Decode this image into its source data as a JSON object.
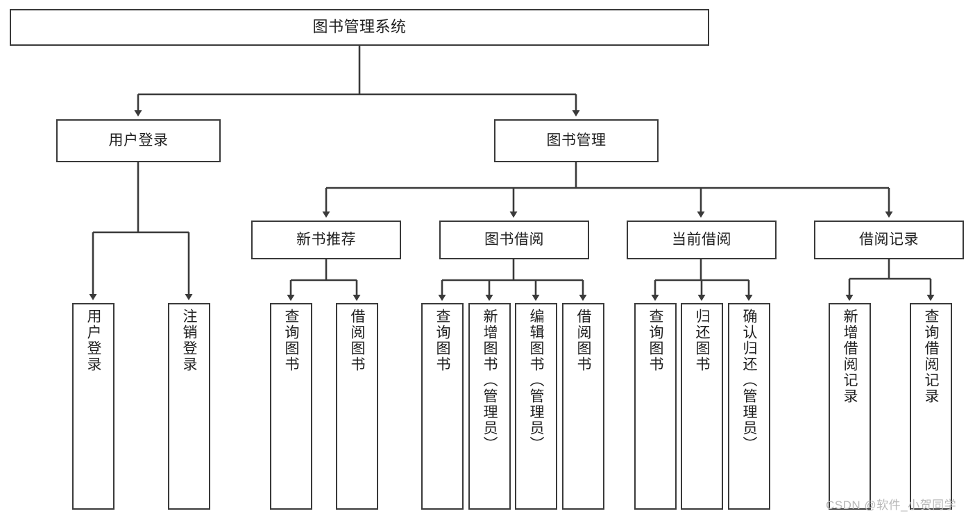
{
  "diagram": {
    "title": "图书管理系统",
    "type": "function-structure-tree",
    "stroke_color": "#3a3a3a",
    "text_color": "#1f1f1f",
    "background": "#ffffff",
    "nodes": {
      "root": {
        "label": "图书管理系统"
      },
      "level2": [
        {
          "label": "用户登录"
        },
        {
          "label": "图书管理"
        }
      ],
      "level3": [
        {
          "label": "新书推荐"
        },
        {
          "label": "图书借阅"
        },
        {
          "label": "当前借阅"
        },
        {
          "label": "借阅记录"
        }
      ],
      "leaves_user_login": [
        {
          "label": "用户登录"
        },
        {
          "label": "注销登录"
        }
      ],
      "leaves_new_book": [
        {
          "label": "查询图书"
        },
        {
          "label": "借阅图书"
        }
      ],
      "leaves_borrow": [
        {
          "label": "查询图书"
        },
        {
          "label": "新增图书（管理员）"
        },
        {
          "label": "编辑图书（管理员）"
        },
        {
          "label": "借阅图书"
        }
      ],
      "leaves_current": [
        {
          "label": "查询图书"
        },
        {
          "label": "归还图书"
        },
        {
          "label": "确认归还（管理员）"
        }
      ],
      "leaves_records": [
        {
          "label": "新增借阅记录"
        },
        {
          "label": "查询借阅记录"
        }
      ]
    }
  },
  "watermark": {
    "text": "CSDN @软件_小贺同学",
    "color": "#b9b9b9"
  }
}
